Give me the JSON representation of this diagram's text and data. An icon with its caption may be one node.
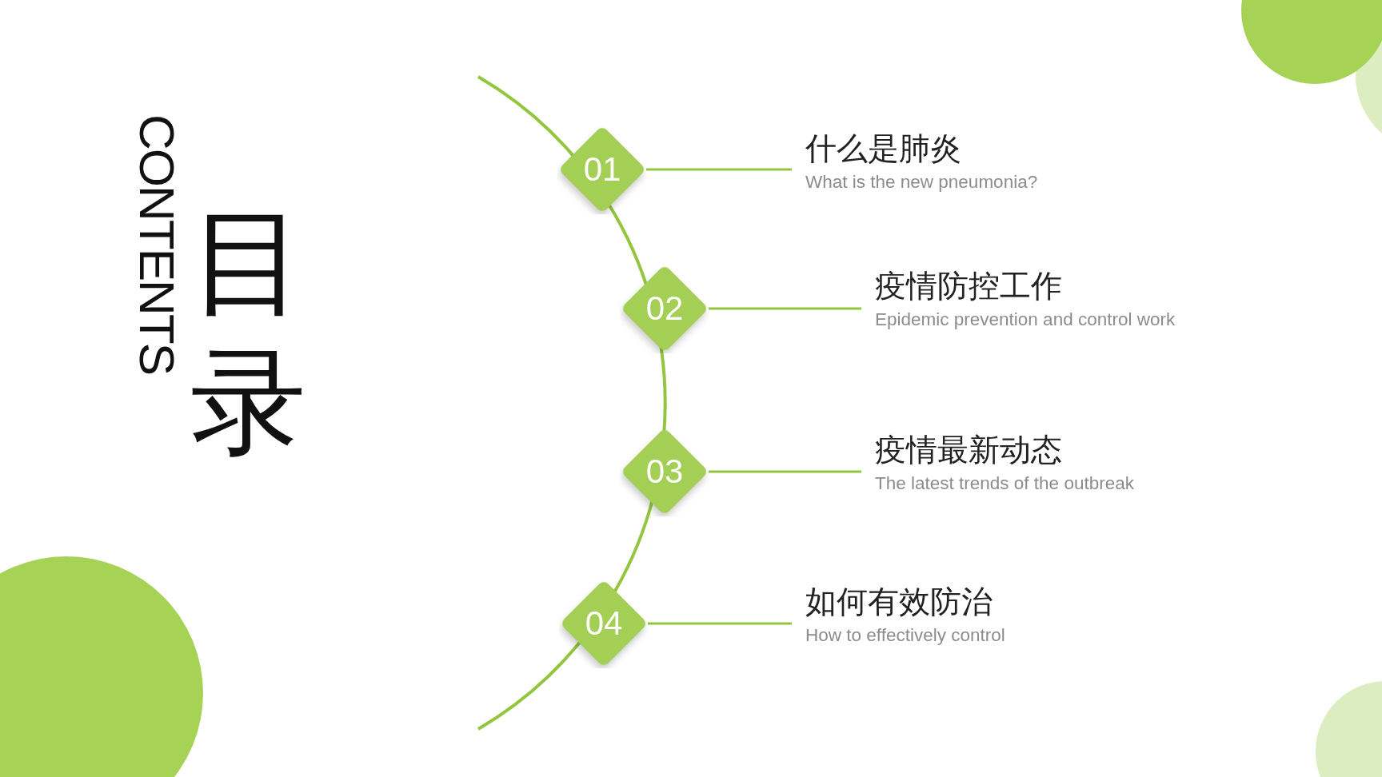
{
  "diagram": {
    "nodes": [
      {
        "text": [
          "01"
        ]
      },
      {
        "text": [
          "什么是肺炎",
          "What is the new pneumonia?"
        ]
      },
      {
        "text": [
          "02"
        ]
      },
      {
        "text": [
          "疫情防控工作",
          "Epidemic prevention and control work"
        ]
      },
      {
        "text": [
          "03"
        ]
      },
      {
        "text": [
          "疫情最新动态",
          "The latest trends of the outbreak"
        ]
      },
      {
        "text": [
          "04"
        ]
      },
      {
        "text": [
          "如何有效防治",
          "How to effectively control"
        ]
      }
    ],
    "edges": [
      {
        "from": 0,
        "to": 1,
        "arrow": "none"
      },
      {
        "from": 2,
        "to": 3,
        "arrow": "none"
      },
      {
        "from": 4,
        "to": 5,
        "arrow": "none"
      },
      {
        "from": 6,
        "to": 7,
        "arrow": "none"
      }
    ],
    "labels": [
      "CONTENTS",
      "目录"
    ]
  }
}
